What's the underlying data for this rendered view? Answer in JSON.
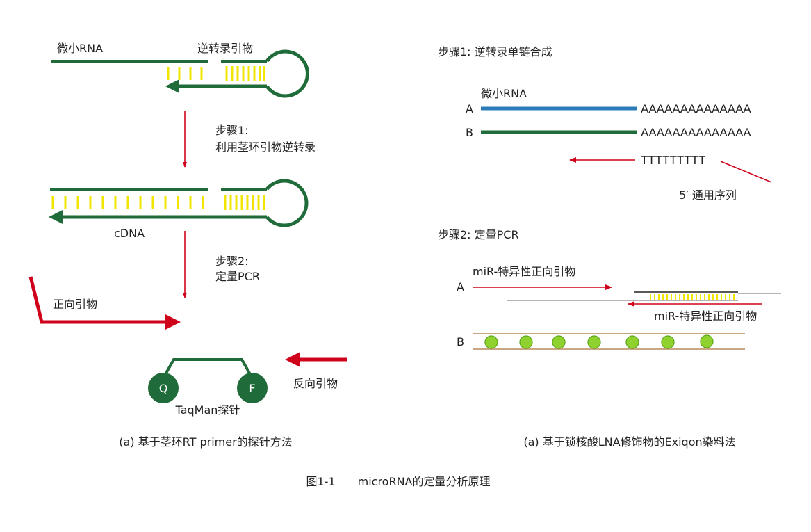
{
  "colors": {
    "dark_green": "#1f6b3a",
    "yellow": "#f2e600",
    "red": "#d0021b",
    "blue": "#2b7bb9",
    "light_green": "#8fd12e",
    "brown": "#b88a5a",
    "gray": "#9a9a9a"
  },
  "left": {
    "micro_rna": "微小RNA",
    "rt_primer": "逆转录引物",
    "step1_title": "步骤1:",
    "step1_desc": "利用茎环引物逆转录",
    "cdna": "cDNA",
    "step2_title": "步骤2:",
    "step2_desc": "定量PCR",
    "forward_primer": "正向引物",
    "reverse_primer": "反向引物",
    "probe": "TaqMan探针",
    "quencher": "Q",
    "fluor": "F",
    "caption": "(a) 基于茎环RT primer的探针方法"
  },
  "right": {
    "step1_title": "步骤1: 逆转录单链合成",
    "micro_rna": "微小RNA",
    "label_a": "A",
    "label_b": "B",
    "poly_a": "AAAAAAAAAAAAAA",
    "poly_t": "TTTTTTTTT",
    "universal": "5′ 通用序列",
    "step2_title": "步骤2: 定量PCR",
    "label_a2": "A",
    "mir_primer_top": "miR-特异性正向引物",
    "mir_primer_bottom": "miR-特异性正向引物",
    "label_b2": "B",
    "caption": "(a) 基于锁核酸LNA修饰物的Exiqon染料法"
  },
  "figure_caption": "图1-1　　microRNA的定量分析原理"
}
